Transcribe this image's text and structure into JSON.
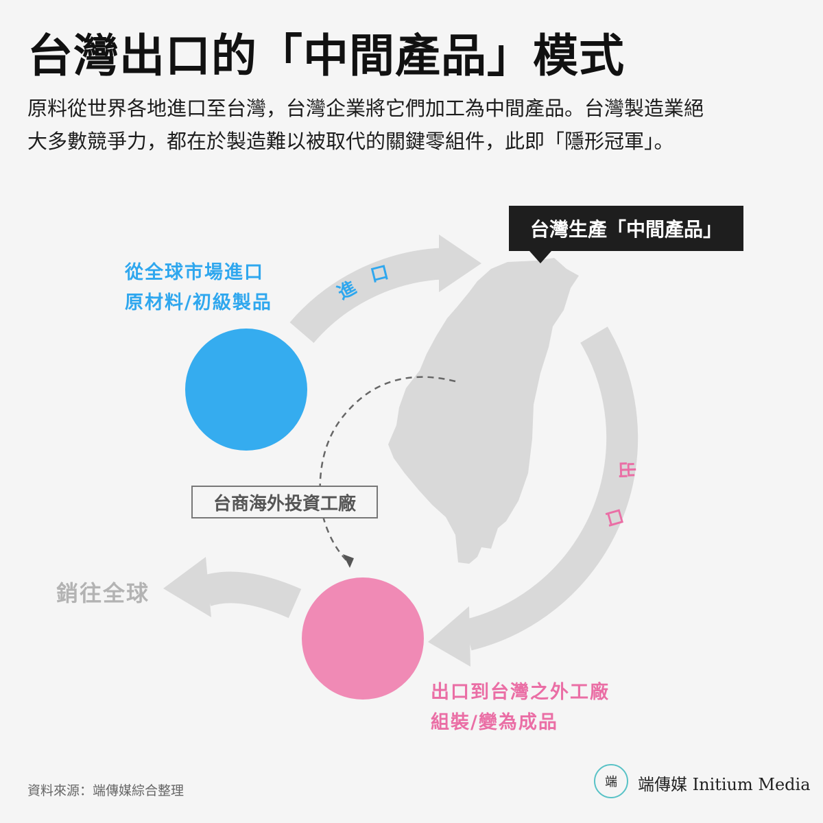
{
  "header": {
    "title": "台灣出口的「中間產品」模式",
    "subtitle_line1": "原料從世界各地進口至台灣，台灣企業將它們加工為中間產品。台灣製造業絕",
    "subtitle_line2": "大多數競爭力，都在於製造難以被取代的關鍵零組件，此即「隱形冠軍」。"
  },
  "diagram": {
    "import_source": {
      "line1": "從全球市場進口",
      "line2": "原材料/初級製品",
      "color": "#35acef"
    },
    "import_arrow": {
      "char1": "進",
      "char2": "口"
    },
    "taiwan_callout": "台灣生產「中間產品」",
    "export_arrow": {
      "char1": "出",
      "char2": "口"
    },
    "assembly": {
      "line1": "出口到台灣之外工廠",
      "line2": "組裝/變為成品",
      "color": "#f08ab5"
    },
    "investment_label": "台商海外投資工廠",
    "global_sales": "銷往全球",
    "arrow_color": "#d9d9d9",
    "map_color": "#d9d9d9"
  },
  "footer": {
    "source": "資料來源：端傳媒綜合整理",
    "logo_glyph": "端",
    "brand": "端傳媒 Initium Media"
  }
}
